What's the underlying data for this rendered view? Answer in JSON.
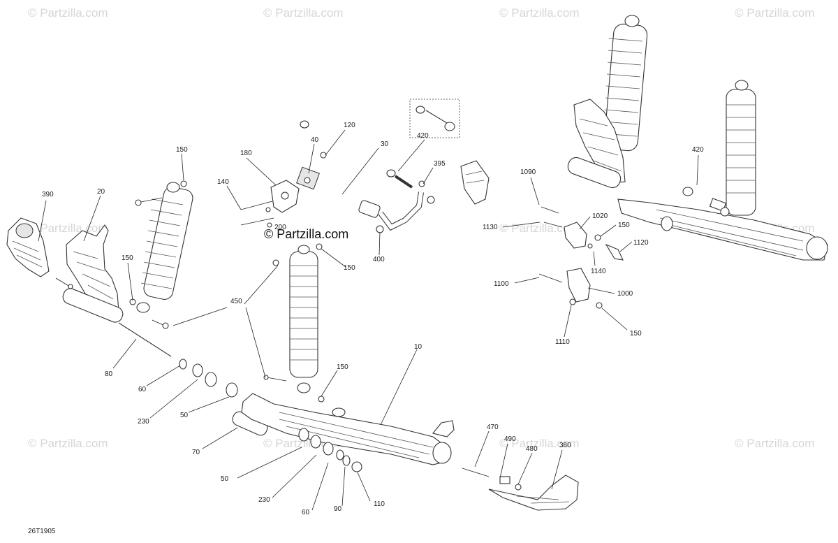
{
  "watermark": "© Partzilla.com",
  "center_watermark": "© Partzilla.com",
  "diagram_code": "26T1905",
  "callouts": [
    "390",
    "20",
    "150",
    "150",
    "450",
    "80",
    "60",
    "230",
    "50",
    "70",
    "180",
    "140",
    "40",
    "120",
    "30",
    "200",
    "420",
    "395",
    "400",
    "150",
    "150",
    "10",
    "50",
    "230",
    "60",
    "90",
    "110",
    "470",
    "490",
    "480",
    "380",
    "1090",
    "420",
    "1130",
    "1020",
    "150",
    "1120",
    "1140",
    "1100",
    "1000",
    "1110",
    "150"
  ]
}
